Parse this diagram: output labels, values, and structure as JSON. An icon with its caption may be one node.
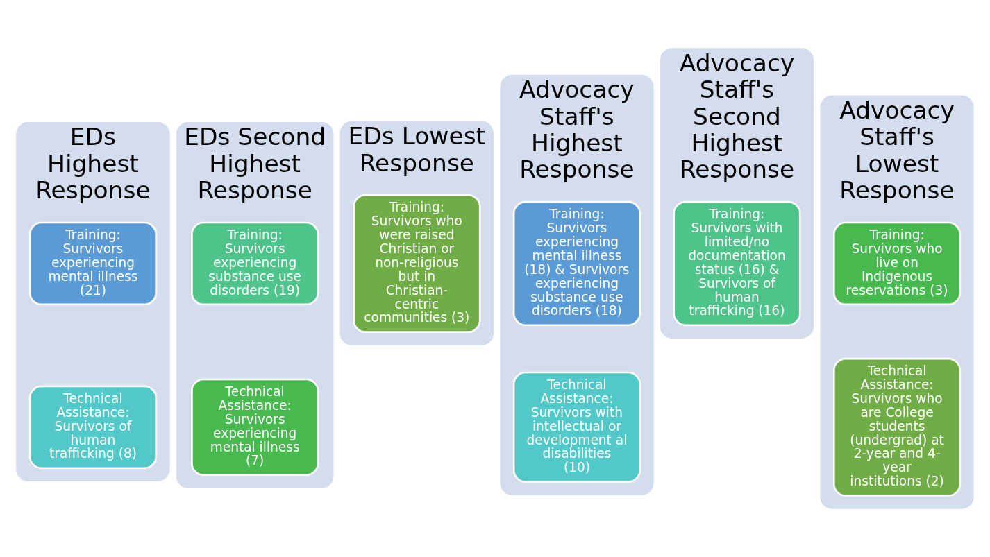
{
  "diagram": {
    "nodes": [
      {
        "text": [
          "EDs Highest Response"
        ]
      },
      {
        "text": [
          "Training: Survivors experiencing mental illness (21)"
        ],
        "in": 0
      },
      {
        "text": [
          "Technical Assistance: Survivors of human trafficking (8)"
        ],
        "in": 0
      },
      {
        "text": [
          "EDs Second Highest Response"
        ]
      },
      {
        "text": [
          "Training: Survivors experiencing substance use disorders (19)"
        ],
        "in": 3
      },
      {
        "text": [
          "Technical Assistance: Survivors experiencing mental illness (7)"
        ],
        "in": 3
      },
      {
        "text": [
          "EDs Lowest Response"
        ]
      },
      {
        "text": [
          "Training: Survivors who were raised Christian or non-religious but in Christian- centric communities (3)"
        ],
        "in": 6
      },
      {
        "text": [
          "Advocacy Staff's Highest Response"
        ]
      },
      {
        "text": [
          "Training: Survivors experiencing mental illness (18) & Survivors experiencing substance use disorders (18)"
        ],
        "in": 8
      },
      {
        "text": [
          "Technical Assistance: Survivors with intellectual or development al disabilities (10)"
        ],
        "in": 8
      },
      {
        "text": [
          "Advocacy Staff's Second Highest Response"
        ]
      },
      {
        "text": [
          "Training: Survivors with limited/no documentation status (16) & Survivors of human trafficking (16)"
        ],
        "in": 11
      },
      {
        "text": [
          "Advocacy Staff's Lowest Response"
        ]
      },
      {
        "text": [
          "Training: Survivors who live on Indigenous reservations (3)"
        ],
        "in": 13
      },
      {
        "text": [
          "Technical Assistance: Survivors who are College students (undergrad) at 2-year and 4- year institutions (2)"
        ],
        "in": 13
      }
    ]
  }
}
